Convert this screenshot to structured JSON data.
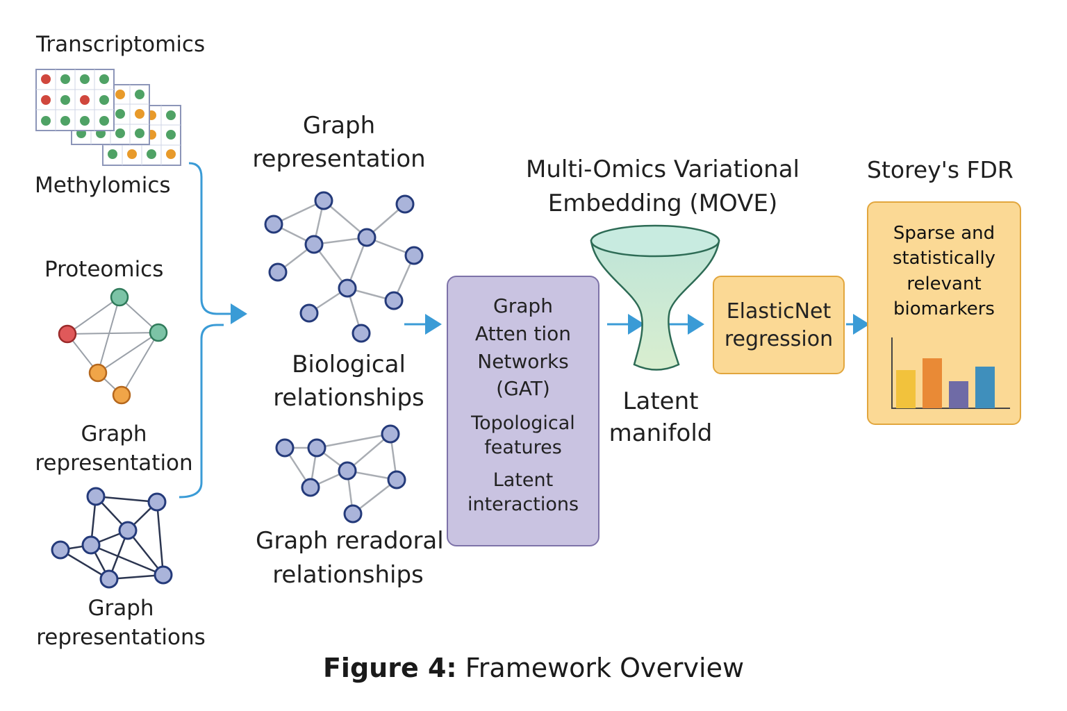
{
  "labels": {
    "transcriptomics": "Transcriptomics",
    "methylomics": "Methylomics",
    "proteomics": "Proteomics",
    "graph_representation_left": [
      "Graph",
      "representation"
    ],
    "graph_representations_left": [
      "Graph",
      "representations"
    ],
    "graph_representation_top": [
      "Graph",
      "representation"
    ],
    "biological_relationships": [
      "Biological",
      "relationships"
    ],
    "graph_reradoral_relationships": [
      "Graph reradoral",
      "relationships"
    ],
    "move_title": [
      "Multi-Omics Variational",
      "Embedding (MOVE)"
    ],
    "latent_manifold": [
      "Latent",
      "manifold"
    ],
    "storeys_fdr": "Storey's FDR"
  },
  "gat_box": {
    "title": [
      "Graph",
      "Atten tion",
      "Networks",
      "(GAT)"
    ],
    "features": [
      "Topological",
      "features"
    ],
    "latent": [
      "Latent",
      "interactions"
    ]
  },
  "elasticnet_box": [
    "ElasticNet",
    "regression"
  ],
  "fdr_box": [
    "Sparse and",
    "statistically",
    "relevant",
    "biomarkers"
  ],
  "fdr_bar_values": [
    0.55,
    0.72,
    0.39,
    0.6
  ],
  "caption": {
    "bold": "Figure 4:",
    "rest": "Framework Overview"
  },
  "colors": {
    "arrow": "#3a9bd6",
    "node_fill": "#aab4da",
    "node_stroke": "#243a7a",
    "edge": "#a9adb3",
    "gat_fill": "#c9c3e1",
    "orange_fill": "#fbd995",
    "bars": [
      "#f2c23c",
      "#e98a36",
      "#6f6ba6",
      "#3f8fbc"
    ]
  }
}
